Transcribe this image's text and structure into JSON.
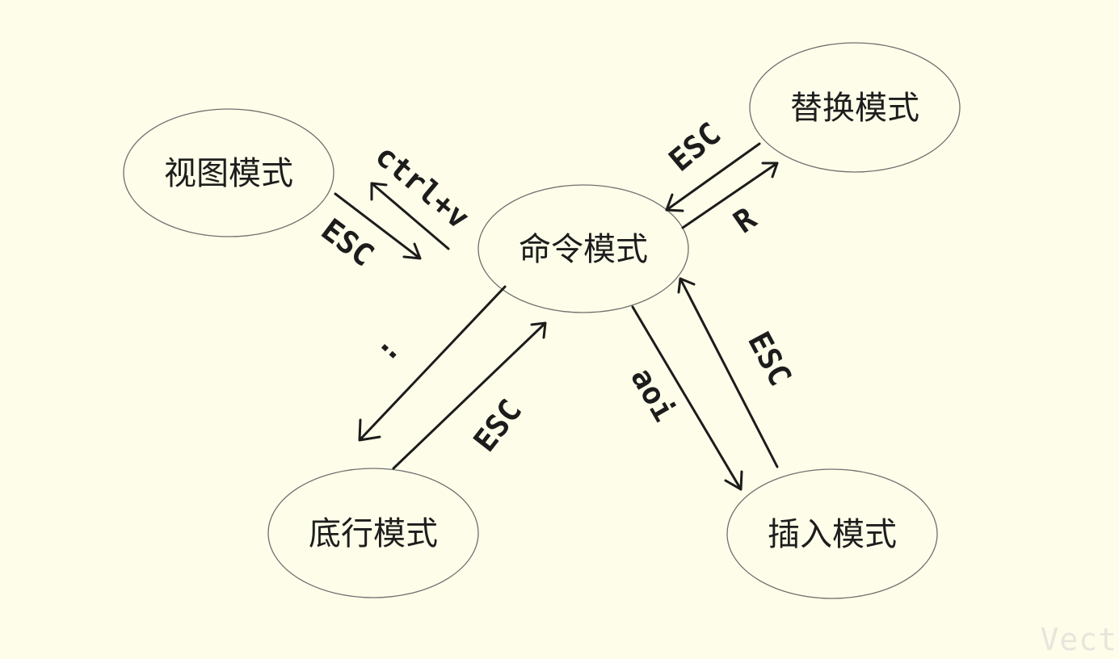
{
  "nodes": {
    "command": "命令模式",
    "view": "视图模式",
    "replace": "替换模式",
    "bottom": "底行模式",
    "insert": "插入模式"
  },
  "edges": {
    "view_to_command": "ESC",
    "command_to_view": "ctrl+v",
    "replace_to_command": "ESC",
    "command_to_replace": "R",
    "command_to_bottom": ":",
    "bottom_to_command": "ESC",
    "command_to_insert": "aoi",
    "insert_to_command": "ESC"
  },
  "watermark": "Vect"
}
